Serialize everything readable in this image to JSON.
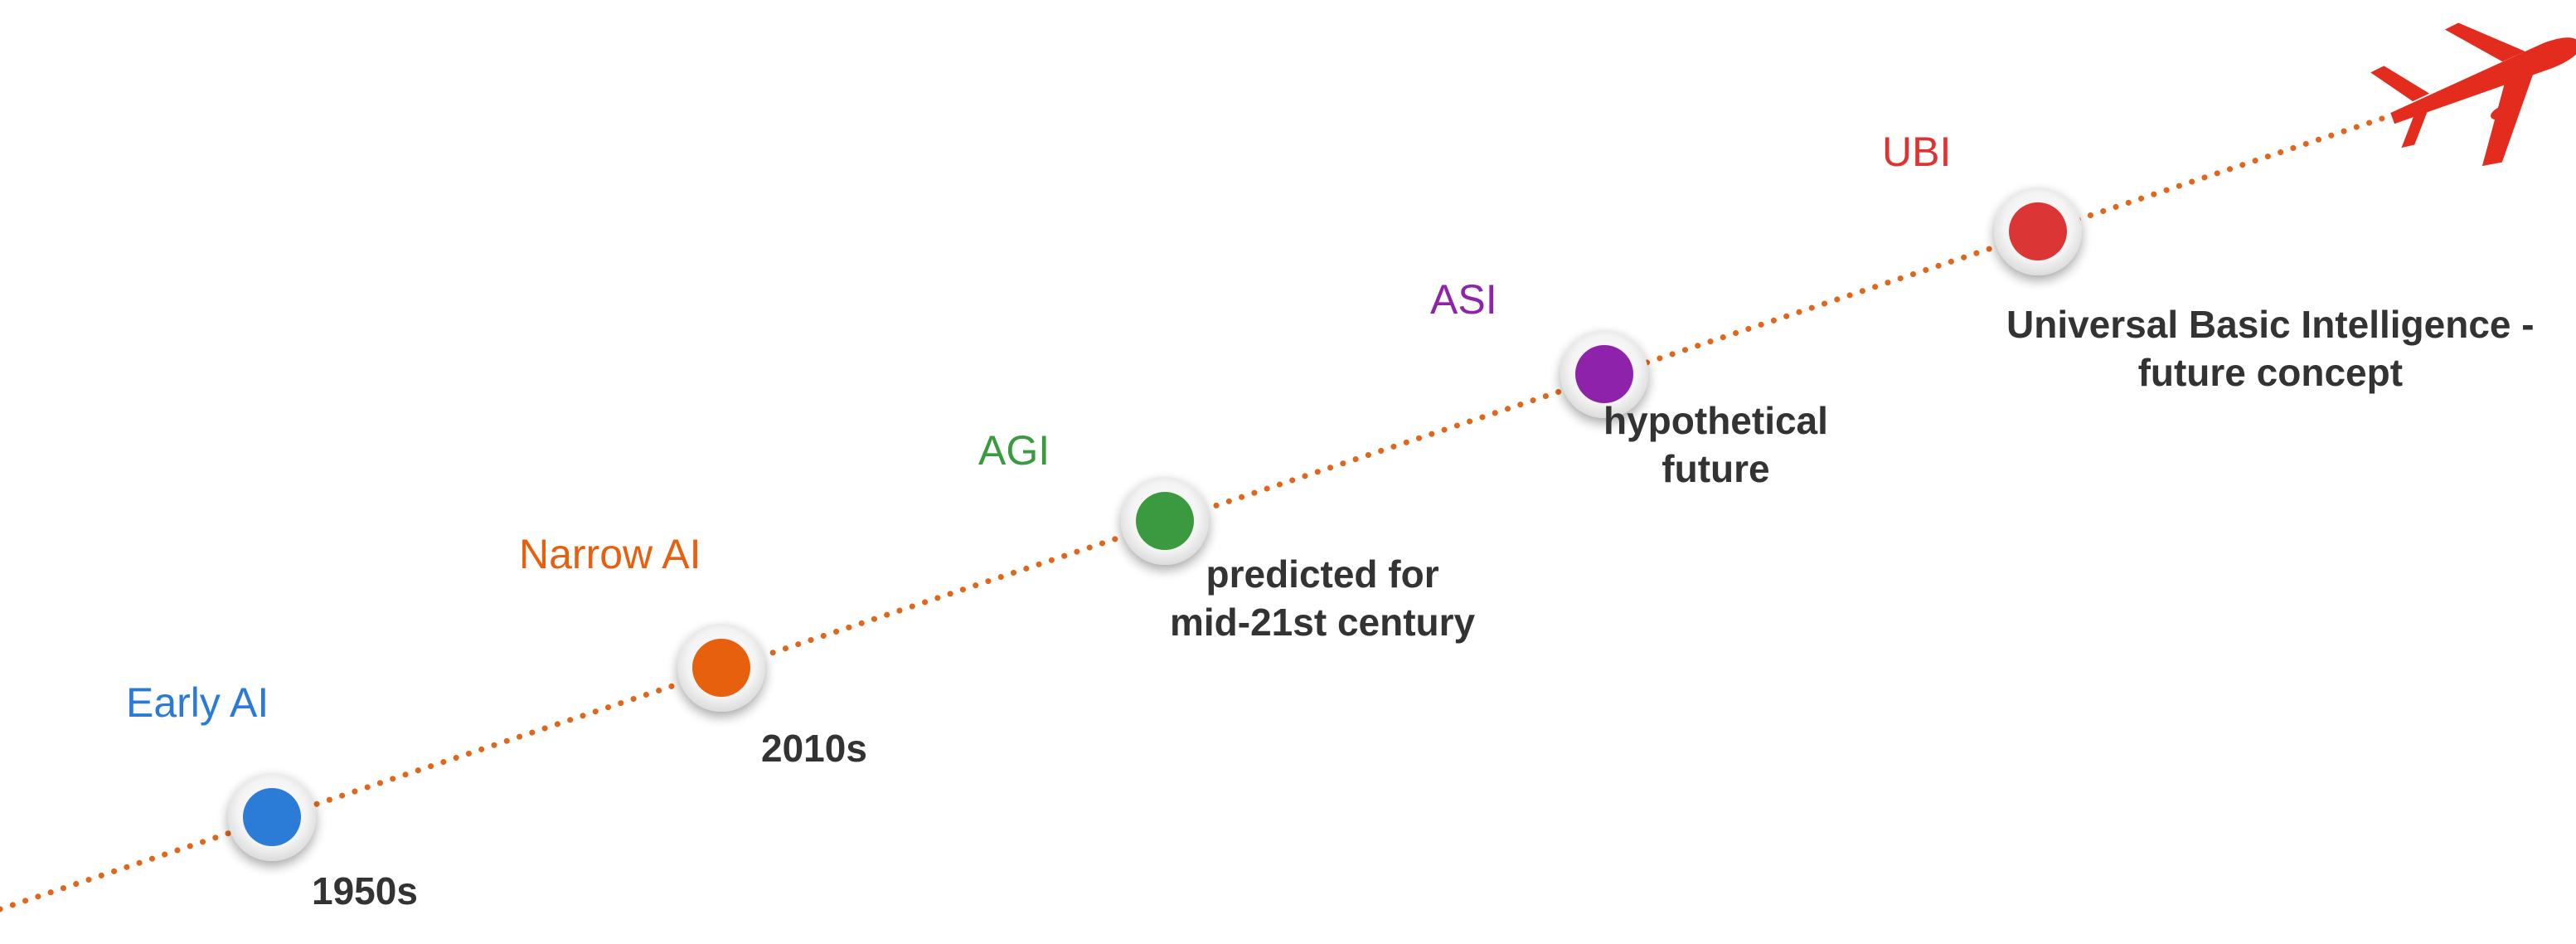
{
  "diagram": {
    "line_color": "#E0661C",
    "plane_color": "#E32B1E",
    "plane_icon": "airplane-icon",
    "stages": [
      {
        "id": "early-ai",
        "title": "Early AI",
        "color": "#2B7BD6",
        "detail": [
          "1950s"
        ]
      },
      {
        "id": "narrow-ai",
        "title": "Narrow AI",
        "color": "#E6600F",
        "detail": [
          "2010s"
        ]
      },
      {
        "id": "agi",
        "title": "AGI",
        "color": "#3A9A3F",
        "detail": [
          "predicted for",
          "mid-21st century"
        ]
      },
      {
        "id": "asi",
        "title": "ASI",
        "color": "#8E24AA",
        "detail": [
          "hypothetical",
          "future"
        ]
      },
      {
        "id": "ubi",
        "title": "UBI",
        "color": "#DC3434",
        "detail": [
          "Universal Basic Intelligence -",
          "future concept"
        ]
      }
    ]
  }
}
